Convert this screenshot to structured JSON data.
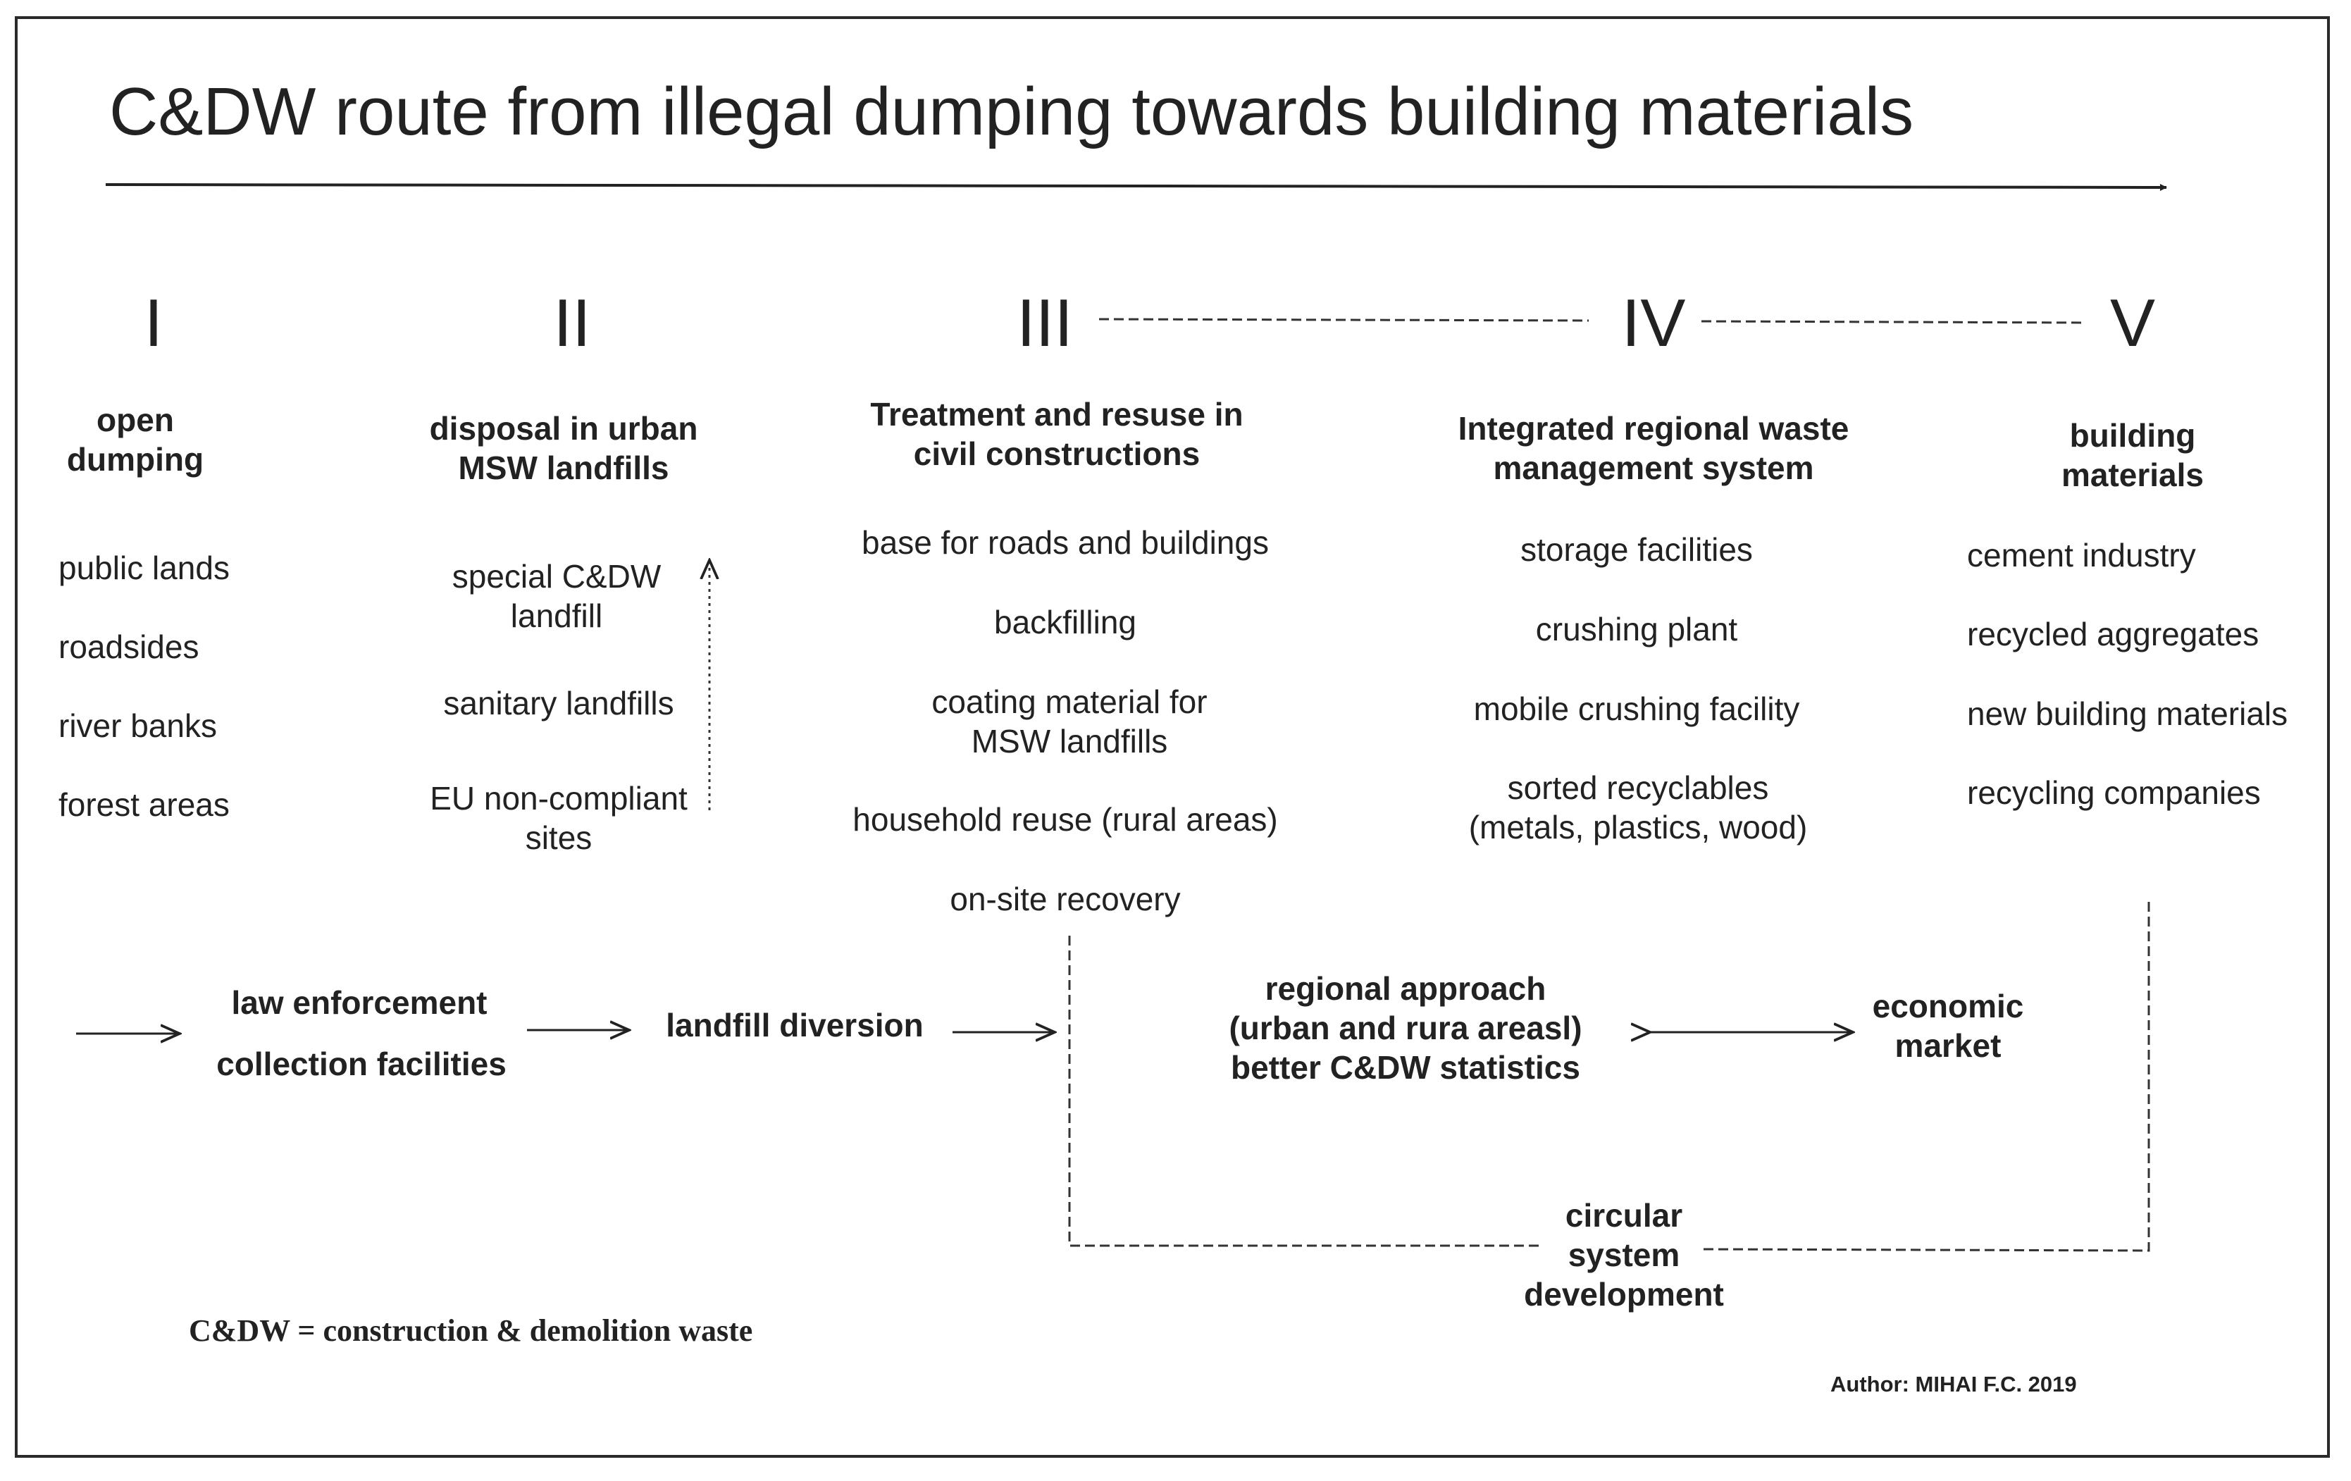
{
  "title": "C&DW  route from illegal dumping towards building materials",
  "stages": [
    {
      "numeral": "I",
      "heading": [
        "open",
        "dumping"
      ],
      "items": [
        "public lands",
        "roadsides",
        "river banks",
        "forest areas"
      ]
    },
    {
      "numeral": "II",
      "heading": [
        "disposal in urban",
        "MSW landfills"
      ],
      "items": [
        [
          "special  C&DW",
          "landfill"
        ],
        [
          "sanitary landfills"
        ],
        [
          "EU non-compliant",
          "sites"
        ]
      ]
    },
    {
      "numeral": "III",
      "heading": [
        "Treatment and resuse in",
        "civil constructions"
      ],
      "items": [
        [
          "base for roads and buildings"
        ],
        [
          "backfilling"
        ],
        [
          "coating material for",
          "MSW landfills"
        ],
        [
          "household reuse (rural areas)"
        ],
        [
          "on-site recovery"
        ]
      ]
    },
    {
      "numeral": "IV",
      "heading": [
        "Integrated regional waste",
        "management system"
      ],
      "items": [
        [
          "storage facilities"
        ],
        [
          "crushing plant"
        ],
        [
          "mobile crushing facility"
        ],
        [
          "sorted  recyclables",
          "(metals, plastics, wood)"
        ]
      ]
    },
    {
      "numeral": "V",
      "heading": [
        "building",
        "materials"
      ],
      "items": [
        "cement industry",
        "recycled aggregates",
        "new building materials",
        "recycling companies"
      ]
    }
  ],
  "flow": {
    "law_enforcement": "law enforcement",
    "collection_facilities": "collection facilities",
    "landfill_diversion": "landfill  diversion",
    "regional_approach": [
      "regional approach",
      "(urban and rura areasl)",
      "better C&DW statistics"
    ],
    "economic_market": [
      "economic",
      "market"
    ],
    "circular": [
      "circular",
      "system",
      "development"
    ]
  },
  "legend": "C&DW = construction & demolition waste",
  "author": "Author: MIHAI F.C. 2019",
  "colors": {
    "ink": "#222222",
    "frame": "#2a2a2a",
    "background": "#ffffff"
  }
}
